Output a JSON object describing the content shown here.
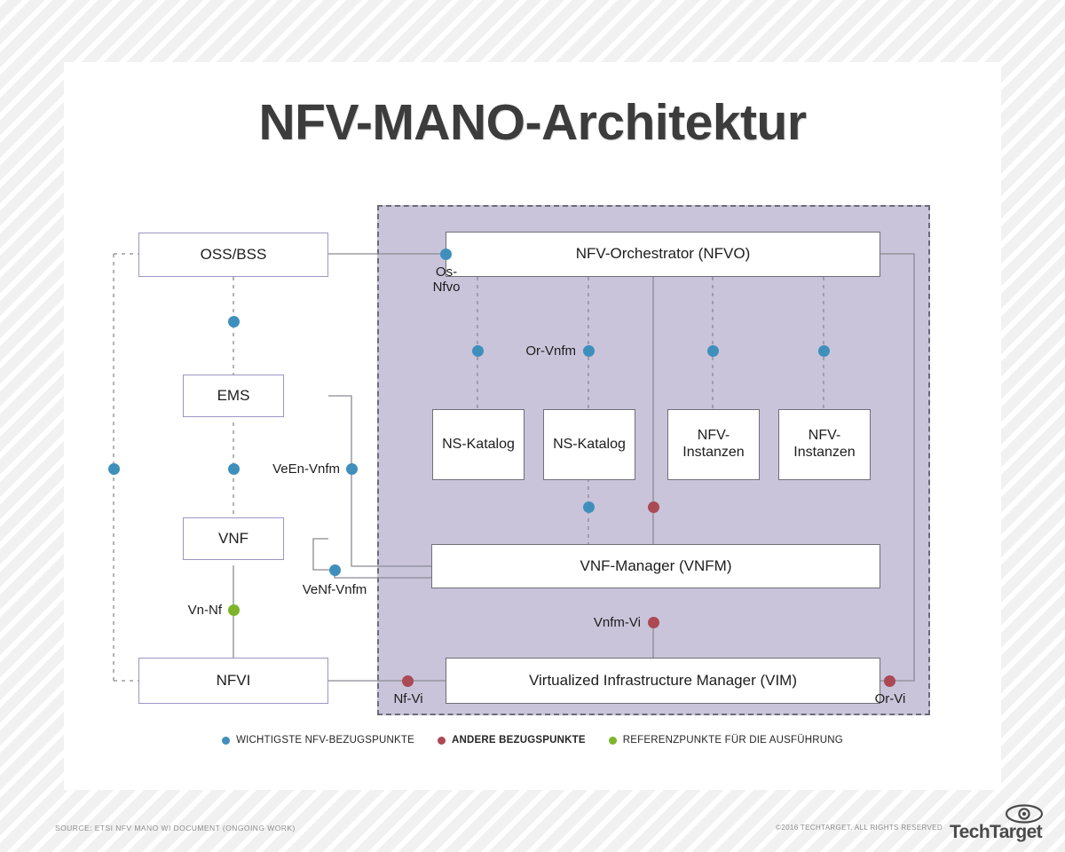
{
  "page": {
    "title": "NFV-MANO-Architektur",
    "source_note": "SOURCE: ETSI NFV MANO WI DOCUMENT (ONGOING WORK)",
    "copyright": "©2016 TECHTARGET. ALL RIGHTS RESERVED",
    "brand": "TechTarget"
  },
  "colors": {
    "blue": "#3f8fbd",
    "red": "#ab4954",
    "green": "#7db52a",
    "panel": "#c9c4da",
    "panel_border": "#6b6b7a",
    "left_box_border": "#9c96c4",
    "mano_box_border": "#6f6f78",
    "title": "#3c3c3c"
  },
  "external_nodes": [
    {
      "id": "oss-bss",
      "label": "OSS/BSS"
    },
    {
      "id": "ems",
      "label": "EMS"
    },
    {
      "id": "vnf",
      "label": "VNF"
    },
    {
      "id": "nfvi",
      "label": "NFVI"
    }
  ],
  "mano_nodes": [
    {
      "id": "nfvo",
      "label": "NFV-Orchestrator (NFVO)"
    },
    {
      "id": "ns-katalog-1",
      "label": "NS-Katalog"
    },
    {
      "id": "ns-katalog-2",
      "label": "NS-Katalog"
    },
    {
      "id": "nfv-instanzen-1",
      "label": "NFV-\nInstanzen"
    },
    {
      "id": "nfv-instanzen-2",
      "label": "NFV-\nInstanzen"
    },
    {
      "id": "vnfm",
      "label": "VNF-Manager (VNFM)"
    },
    {
      "id": "vim",
      "label": "Virtualized Infrastructure Manager (VIM)"
    }
  ],
  "reference_points": [
    {
      "id": "os-nfvo",
      "label": "Os-\nNfvo",
      "type": "blue"
    },
    {
      "id": "or-vnfm",
      "label": "Or-Vnfm",
      "type": "blue"
    },
    {
      "id": "veen-vnfm",
      "label": "VeEn-Vnfm",
      "type": "blue"
    },
    {
      "id": "venf-vnfm",
      "label": "VeNf-Vnfm",
      "type": "blue"
    },
    {
      "id": "vn-nf",
      "label": "Vn-Nf",
      "type": "green"
    },
    {
      "id": "vnfm-vi",
      "label": "Vnfm-Vi",
      "type": "red"
    },
    {
      "id": "nf-vi",
      "label": "Nf-Vi",
      "type": "red"
    },
    {
      "id": "or-vi",
      "label": "Or-Vi",
      "type": "red"
    }
  ],
  "legend": [
    {
      "id": "legend-blue",
      "label": "WICHTIGSTE NFV-BEZUGSPUNKTE",
      "type": "blue",
      "bold": false
    },
    {
      "id": "legend-red",
      "label": "ANDERE BEZUGSPUNKTE",
      "type": "red",
      "bold": true
    },
    {
      "id": "legend-green",
      "label": "REFERENZPUNKTE FÜR DIE AUSFÜHRUNG",
      "type": "green",
      "bold": false
    }
  ]
}
